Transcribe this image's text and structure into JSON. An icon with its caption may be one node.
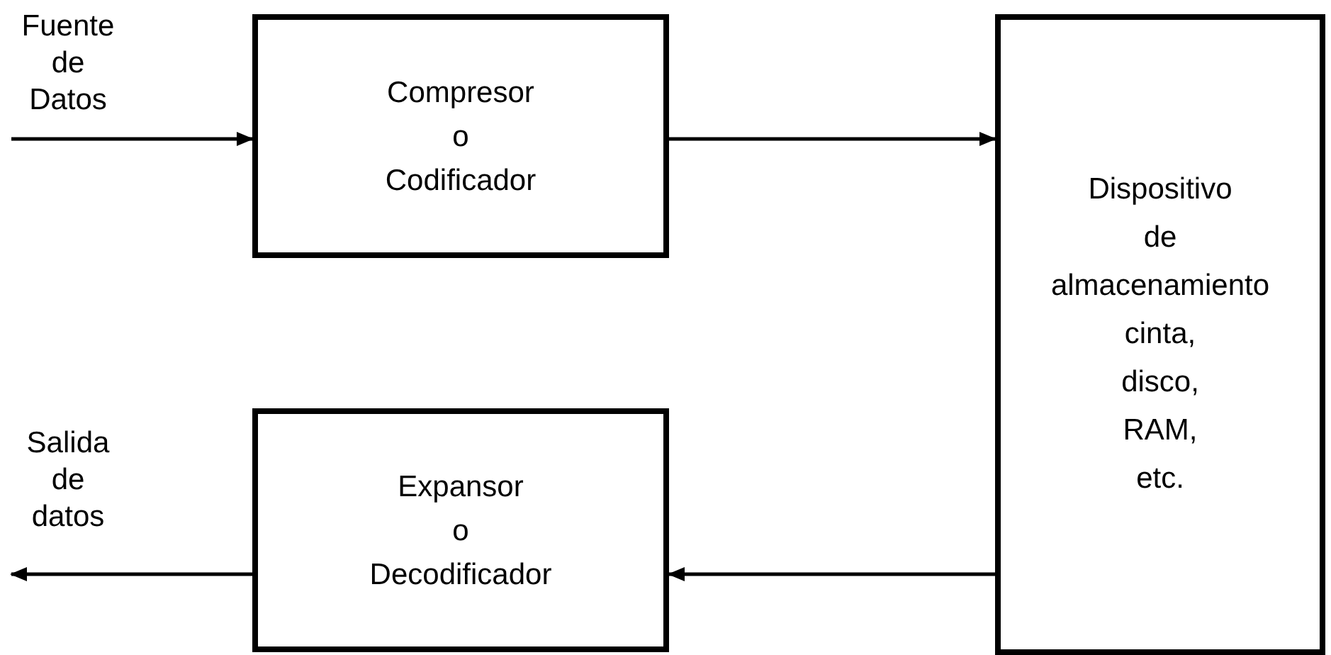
{
  "diagram": {
    "nodes": [
      {
        "text": [
          "Fuente de Datos"
        ]
      },
      {
        "text": [
          "Compresor o Codificador"
        ]
      },
      {
        "text": [
          "Dispositivo de almacenamiento cinta, disco, RAM, etc."
        ]
      },
      {
        "text": [
          "Salida de datos"
        ]
      },
      {
        "text": [
          "Expansor o Decodificador"
        ]
      }
    ],
    "edges": [
      {
        "from": 0,
        "to": 1,
        "arrow": "to"
      },
      {
        "from": 1,
        "to": 2,
        "arrow": "to"
      },
      {
        "from": 2,
        "to": 4,
        "arrow": "to"
      },
      {
        "from": 4,
        "to": 3,
        "arrow": "to"
      }
    ]
  }
}
